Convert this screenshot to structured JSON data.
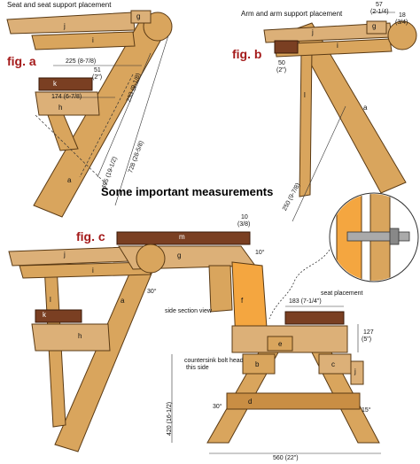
{
  "captions": {
    "fig_a_title": "Seat and seat support placement",
    "fig_b_title": "Arm and arm support placement",
    "center_title": "Some important measurements"
  },
  "figure_labels": {
    "a": "fig. a",
    "b": "fig. b",
    "c": "fig. c"
  },
  "fig_a": {
    "parts": [
      "g",
      "j",
      "i",
      "k",
      "h",
      "a"
    ],
    "dims": {
      "d225": "225 (8-7/8)",
      "d51": "51",
      "d51in": "(2\")",
      "d174": "174 (6-7/8)",
      "d233": "233 (9-1/8)",
      "d495": "495 (19-1/2)",
      "d728": "728 (28-5/8)"
    }
  },
  "fig_b": {
    "parts": [
      "g",
      "j",
      "i",
      "l",
      "a"
    ],
    "dims": {
      "d57": "57",
      "d57in": "(2-1/4)",
      "d18": "18",
      "d18in": "(3/4)",
      "d50": "50",
      "d50in": "(2\")",
      "d250": "250 (9-7/8)"
    }
  },
  "fig_c": {
    "parts": [
      "m",
      "g",
      "j",
      "i",
      "f",
      "l",
      "k",
      "h",
      "a",
      "b",
      "e",
      "c",
      "d",
      "j"
    ],
    "dims": {
      "d10": "10",
      "d10in": "(3/8)",
      "deg10": "10°",
      "deg30a": "30°",
      "d183": "183 (7-1/4\")",
      "d127": "127",
      "d127in": "(5\")",
      "d420": "420 (16-1/2)",
      "deg30b": "30°",
      "deg15": "15°",
      "d560": "560 (22\")"
    },
    "notes": {
      "side_section": "side section view",
      "seat_placement": "seat placement",
      "countersink1": "countersink bolt head",
      "countersink2": "this side"
    }
  },
  "colors": {
    "wood": "#d9a55d",
    "wood_light": "#dcb078",
    "wood_dark": "#c98e44",
    "seat_brown": "#7a3f22",
    "highlight": "#f4a640",
    "outline": "#5a3a14",
    "fig_red": "#a41a1a"
  }
}
